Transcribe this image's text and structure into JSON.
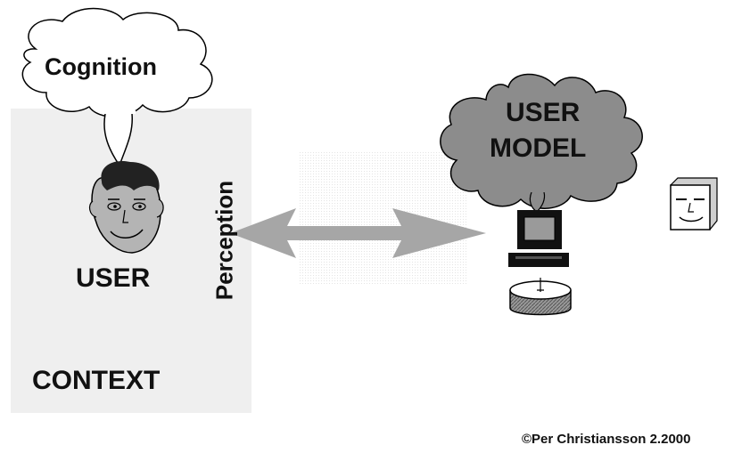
{
  "diagram": {
    "cognition_label": "Cognition",
    "user_label": "USER",
    "perception_label": "Perception",
    "context_label": "CONTEXT",
    "user_model_line1": "USER",
    "user_model_line2": "MODEL",
    "credit": "©Per Christiansson 2.2000"
  },
  "icons": {
    "user_face": "face-icon",
    "computer": "computer-icon",
    "disk": "database-disk-icon",
    "mask": "mask-face-icon",
    "arrow": "double-arrow-icon"
  },
  "colors": {
    "context_box": "#efefef",
    "user_model_cloud": "#8c8c8c",
    "arrow": "#a6a6a6",
    "face": "#b4b4b4",
    "hair": "#222222"
  }
}
